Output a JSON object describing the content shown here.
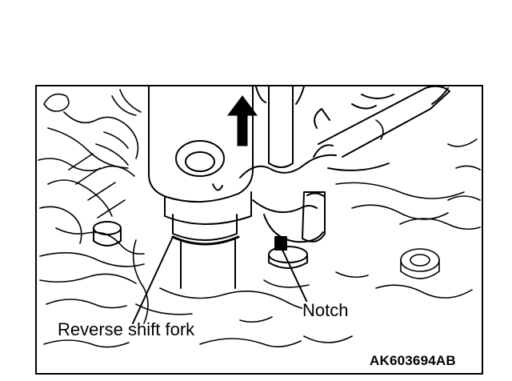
{
  "callouts": {
    "notch": "Notch",
    "reverse_shift_fork": "Reverse shift fork"
  },
  "figure_code": "AK603694AB",
  "icons": {
    "direction_arrow": "arrow-up-icon"
  },
  "colors": {
    "ink": "#000000",
    "background": "#ffffff"
  }
}
